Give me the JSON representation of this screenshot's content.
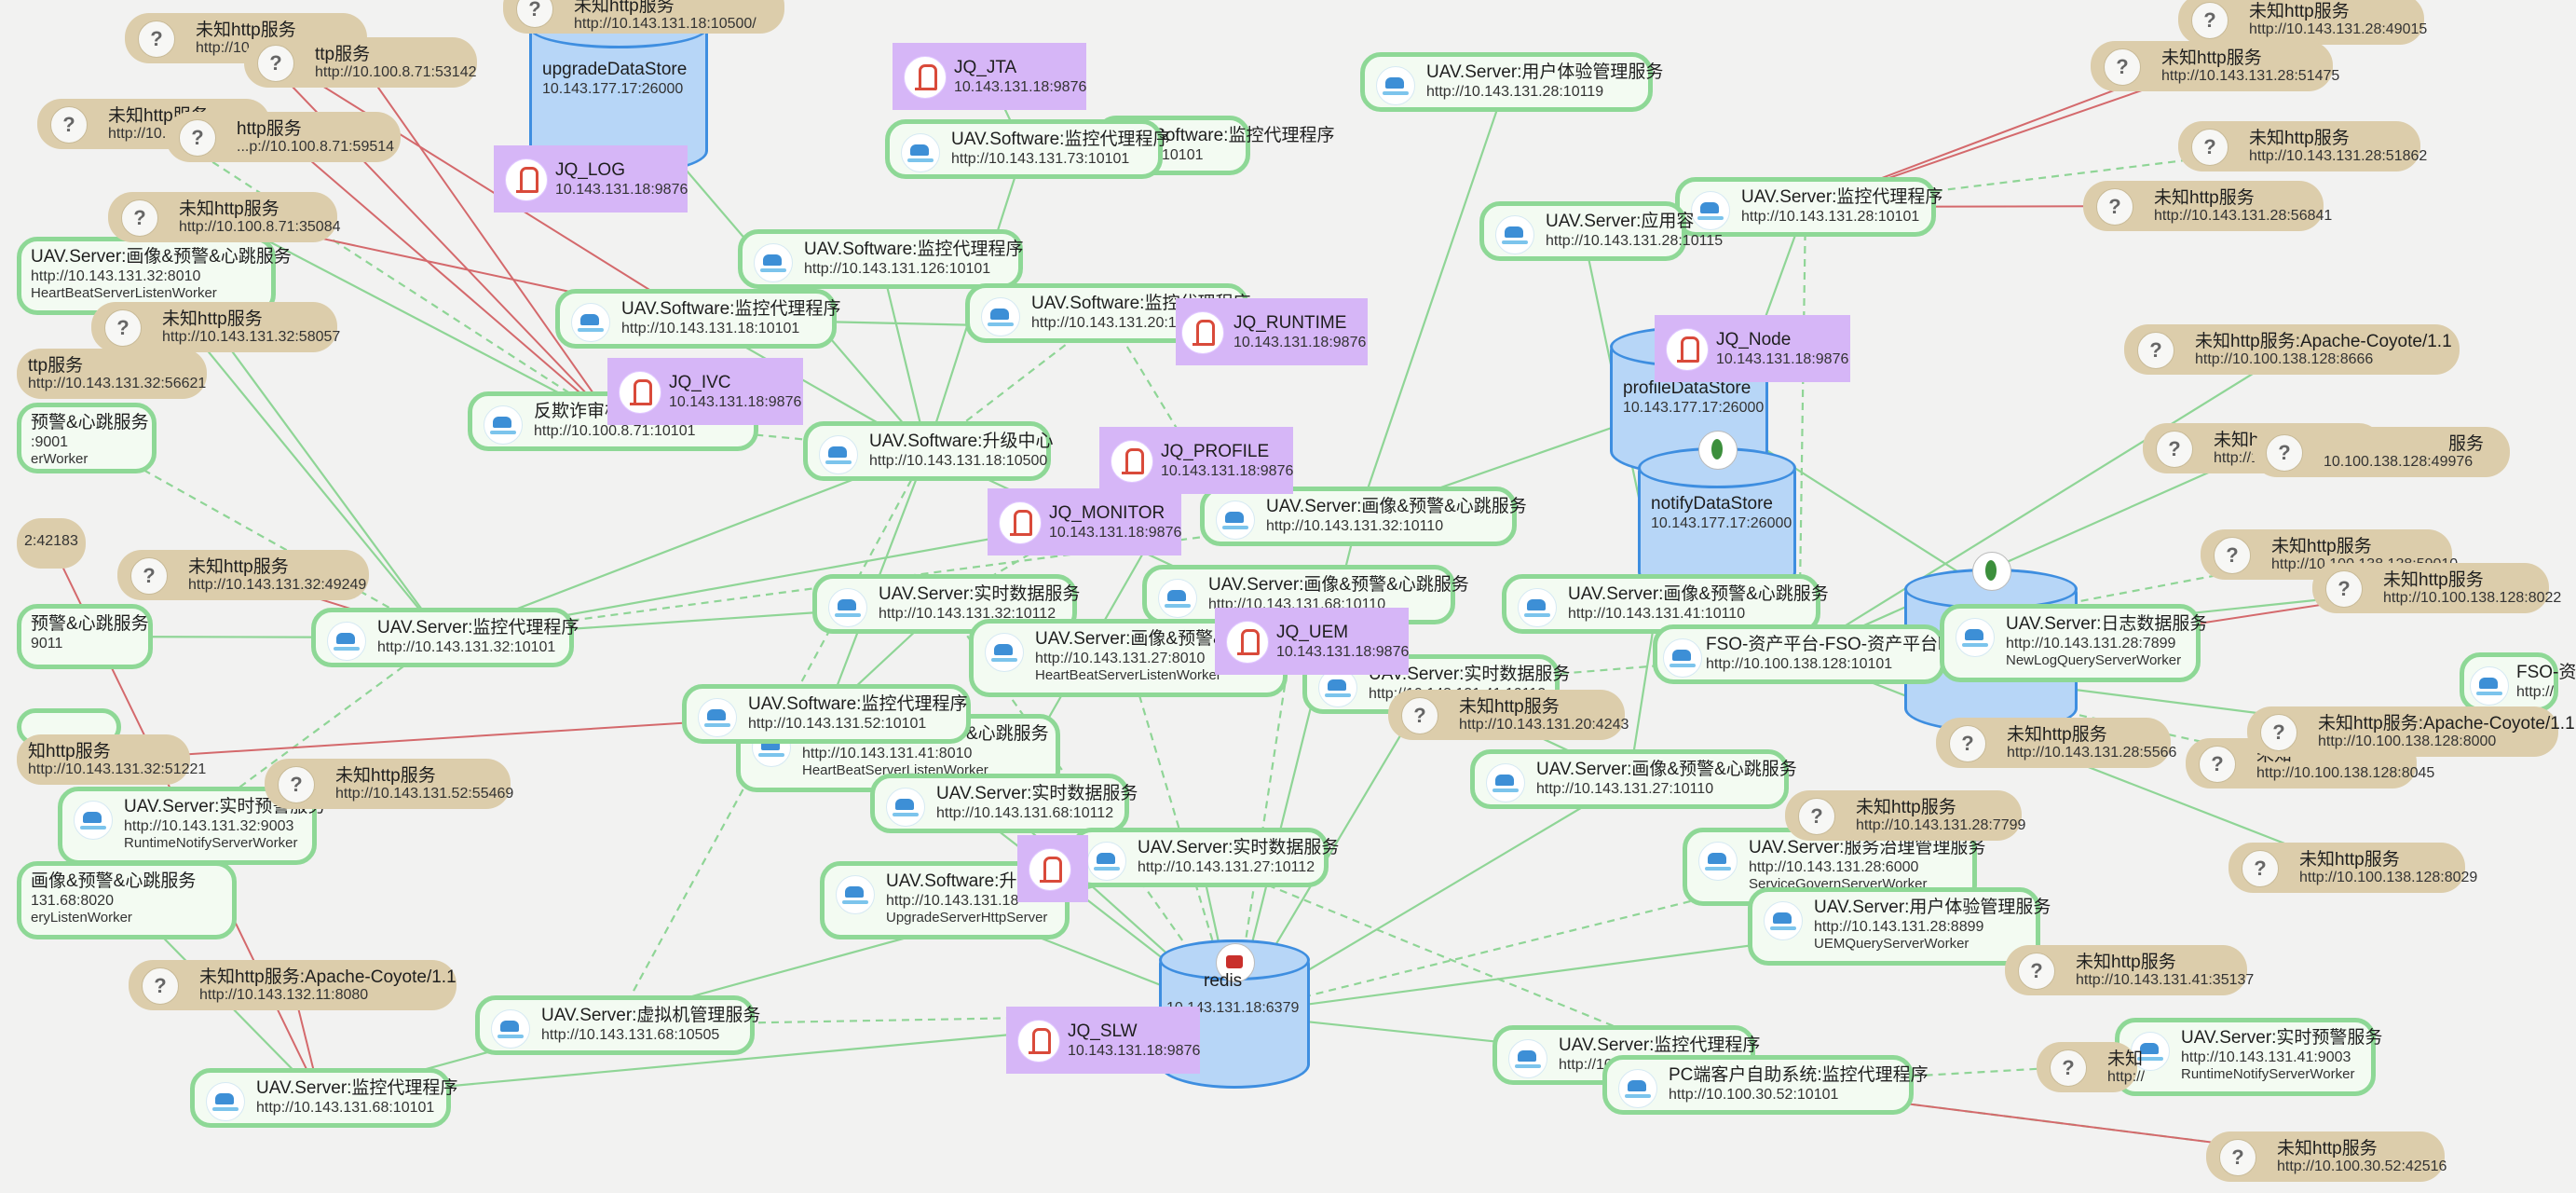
{
  "colors": {
    "background": "#f2f2f1",
    "service_fill": "#f3fbf2",
    "service_border": "#8ed896",
    "unknown_fill": "#dccdab",
    "jq_fill": "#d6b6f7",
    "db_fill": "#b7d6f7",
    "db_border": "#3e8ee0",
    "edge_green": "#8fd596",
    "edge_red": "#d4696c"
  },
  "services": [
    {
      "id": "s1",
      "title": "UAV.Server:用户体验管理服务",
      "addr": "http://10.143.131.28:10119"
    },
    {
      "id": "s2",
      "title": "UAV.Server:监控代理程序",
      "addr": "http://10.143.131.28:10101"
    },
    {
      "id": "s3",
      "title": "UAV.Server:应用容",
      "addr": "http://10.143.131.28:10115"
    },
    {
      "id": "s4",
      "title": "UAV.Software:监控代理程序",
      "addr": "http://10.143.131.126:10101"
    },
    {
      "id": "s5",
      "title": "UAV.Software:监控代理程序",
      "addr": "http://10.143.131.18:10101"
    },
    {
      "id": "s6",
      "title": "UAV.Software:监控代理程序",
      "addr": "http://10.143.131.20:10101"
    },
    {
      "id": "s7",
      "title": "UAV.Software:监控代理程序",
      "addr": "http://10.143.131.73:10101"
    },
    {
      "id": "s8",
      "title": "UAV.Software:监控代理程序",
      "addr": "10101"
    },
    {
      "id": "s9",
      "title": "UAV.Server:画像&预警&心跳服务",
      "addr": "http://10.143.131.32:8010",
      "extra": "HeartBeatServerListenWorker"
    },
    {
      "id": "s10",
      "title": "反欺诈审核系统:监控代理程序",
      "addr": "http://10.100.8.71:10101"
    },
    {
      "id": "s11",
      "title": "UAV.Software:升级中心",
      "addr": "http://10.143.131.18:10500"
    },
    {
      "id": "s12",
      "title": "UAV.Server:画像&预警&心跳服务",
      "addr": "http://10.143.131.32:10110"
    },
    {
      "id": "s13",
      "title": "UAV.Server:实时数据服务",
      "addr": "http://10.143.131.32:10112"
    },
    {
      "id": "s14",
      "title": "UAV.Server:画像&预警&心跳服务",
      "addr": "http://10.143.131.68:10110"
    },
    {
      "id": "s15",
      "title": "UAV.Server:画像&预警&心跳服务",
      "addr": "http://10.143.131.41:10110"
    },
    {
      "id": "s16",
      "title": "UAV.Server:监控代理程序",
      "addr": "http://10.143.131.32:10101"
    },
    {
      "id": "s17",
      "title": "UAV.Server:画像&预警&心",
      "addr": "http://10.143.131.27:8010",
      "extra": "HeartBeatServerListenWorker"
    },
    {
      "id": "s18",
      "title": "UAV.Server:实时数据服务",
      "addr": "http://10.143.131.41:10112"
    },
    {
      "id": "s19",
      "title": "FSO-资产平台-FSO-资产平台be",
      "addr": "http://10.100.138.128:10101"
    },
    {
      "id": "s20",
      "title": "UAV.Server:日志数据服务",
      "addr": "http://10.143.131.28:7899",
      "extra": "NewLogQueryServerWorker"
    },
    {
      "id": "s21",
      "title": "UAV.Software:监控代理程序",
      "addr": "http://10.143.131.52:10101"
    },
    {
      "id": "s22",
      "title": "&心跳服务",
      "addr": "http://10.143.131.41:8010",
      "extra": "HeartBeatServerListenWorker"
    },
    {
      "id": "s23",
      "title": "UAV.Server:实时数据服务",
      "addr": "http://10.143.131.68:10112"
    },
    {
      "id": "s24",
      "title": "UAV.Server:画像&预警&心跳服务",
      "addr": "http://10.143.131.27:10110"
    },
    {
      "id": "s25",
      "title": "UAV.Server:实时预警服务",
      "addr": "http://10.143.131.32:9003",
      "extra": "RuntimeNotifyServerWorker"
    },
    {
      "id": "s26",
      "title": "UAV.Server:实时数据服务",
      "addr": "http://10.143.131.27:10112"
    },
    {
      "id": "s27",
      "title": "UAV.Software:升级",
      "addr": "http://10.143.131.18",
      "extra": "UpgradeServerHttpServer"
    },
    {
      "id": "s28",
      "title": "UAV.Server:服务治理管理服务",
      "addr": "http://10.143.131.28:6000",
      "extra": "ServiceGovernServerWorker"
    },
    {
      "id": "s29",
      "title": "UAV.Server:用户体验管理服务",
      "addr": "http://10.143.131.28:8899",
      "extra": "UEMQueryServerWorker"
    },
    {
      "id": "s30",
      "title": "UAV.Server:虚拟机管理服务",
      "addr": "http://10.143.131.68:10505"
    },
    {
      "id": "s31",
      "title": "UAV.Server:监控代理程序",
      "addr": "http://10.143.131.68:10101"
    },
    {
      "id": "s32",
      "title": "UAV.Server:监控代理程序",
      "addr": "http://10"
    },
    {
      "id": "s33",
      "title": "PC端客户自助系统:监控代理程序",
      "addr": "http://10.100.30.52:10101"
    },
    {
      "id": "s34",
      "title": "UAV.Server:实时预警服务",
      "addr": "http://10.143.131.41:9003",
      "extra": "RuntimeNotifyServerWorker"
    },
    {
      "id": "s35",
      "title": "预警&心跳服务",
      "addr": ":9001",
      "extra": "erWorker"
    },
    {
      "id": "s36",
      "title": "预警&心跳服务",
      "addr": "9011"
    },
    {
      "id": "s37",
      "title": "画像&预警&心跳服务",
      "addr": "131.68:8020",
      "extra": "eryListenWorker"
    },
    {
      "id": "s38",
      "title": "FSO-资",
      "addr": "http://"
    }
  ],
  "unknowns": [
    {
      "id": "u1",
      "title": "未知http服务",
      "addr": "http://10.100.8.71:8009"
    },
    {
      "id": "u2",
      "title": "ttp服务",
      "addr": "http://10.100.8.71:53142"
    },
    {
      "id": "u3",
      "title": "未知http服务",
      "addr": "http://10.100.8.71:8080"
    },
    {
      "id": "u4",
      "title": "http服务",
      "addr": "...p://10.100.8.71:59514"
    },
    {
      "id": "u5",
      "title": "未知http服务",
      "addr": "http://10.100.8.71:35084"
    },
    {
      "id": "u6",
      "title": "未知http服务",
      "addr": "http://10.143.131.32:58057"
    },
    {
      "id": "u7",
      "title": "ttp服务",
      "addr": "http://10.143.131.32:56621"
    },
    {
      "id": "u8",
      "title": "未知http服务",
      "addr": "http://10.143.131.32:49249"
    },
    {
      "id": "u9",
      "title": "",
      "addr": "2:42183"
    },
    {
      "id": "u10",
      "title": "知http服务",
      "addr": "http://10.143.131.32:51221"
    },
    {
      "id": "u11",
      "title": "未知http服务",
      "addr": "http://10.143.131.52:55469"
    },
    {
      "id": "u12",
      "title": "未知http服务:Apache-Coyote/1.1",
      "addr": "http://10.143.132.11:8080"
    },
    {
      "id": "u13",
      "title": "未知http服务",
      "addr": "http://10.143.131.28:49015"
    },
    {
      "id": "u14",
      "title": "未知http服务",
      "addr": "http://10.143.131.28:51475"
    },
    {
      "id": "u15",
      "title": "未知http服务",
      "addr": "http://10.143.131.28:51862"
    },
    {
      "id": "u16",
      "title": "未知http服务",
      "addr": "http://10.143.131.28:56841"
    },
    {
      "id": "u17",
      "title": "未知http服务:Apache-Coyote/1.1",
      "addr": "http://10.100.138.128:8666"
    },
    {
      "id": "u18",
      "title": "未知http服务",
      "addr": "http://10.1...8.128:48327"
    },
    {
      "id": "u19",
      "title": "服务",
      "addr": "10.100.138.128:49976"
    },
    {
      "id": "u20",
      "title": "未知http服务",
      "addr": "http://10.100.138.128:59010"
    },
    {
      "id": "u21",
      "title": "未知http服务",
      "addr": "http://10.100.138.128:8022"
    },
    {
      "id": "u22",
      "title": "未知http服务",
      "addr": "http://10.143.131.28:5566"
    },
    {
      "id": "u23",
      "title": "未知http服务:Apache-Coyote/1.1",
      "addr": "http://10.100.138.128:8000"
    },
    {
      "id": "u24",
      "title": "未知",
      "addr": "http://10.100.138.128:8045"
    },
    {
      "id": "u25",
      "title": "未知http服务",
      "addr": "http://10.143.131.28:7799"
    },
    {
      "id": "u26",
      "title": "未知http服务",
      "addr": "http://10.100.138.128:8029"
    },
    {
      "id": "u27",
      "title": "未知http服务",
      "addr": "http://10.143.131.41:35137"
    },
    {
      "id": "u28",
      "title": "未知http服务",
      "addr": "http://10.143.131.20:4243"
    },
    {
      "id": "u29",
      "title": "未知http服务",
      "addr": "http://10.100.30.52:42516"
    },
    {
      "id": "u30",
      "title": "未知",
      "addr": "http://"
    },
    {
      "id": "u31",
      "title": "未知http服务",
      "addr": "http://10.143.131.18:10500/"
    }
  ],
  "jq_nodes": [
    {
      "id": "j1",
      "title": "JQ_JTA",
      "addr": "10.143.131.18:9876"
    },
    {
      "id": "j2",
      "title": "JQ_LOG",
      "addr": "10.143.131.18:9876"
    },
    {
      "id": "j3",
      "title": "JQ_IVC",
      "addr": "10.143.131.18:9876"
    },
    {
      "id": "j4",
      "title": "JQ_RUNTIME",
      "addr": "10.143.131.18:9876"
    },
    {
      "id": "j5",
      "title": "JQ_PROFILE",
      "addr": "10.143.131.18:9876"
    },
    {
      "id": "j6",
      "title": "JQ_MONITOR",
      "addr": "10.143.131.18:9876"
    },
    {
      "id": "j7",
      "title": "JQ_UEM",
      "addr": "10.143.131.18:9876"
    },
    {
      "id": "j8",
      "title": "JQ_Node",
      "addr": "10.143.131.18:9876"
    },
    {
      "id": "j9",
      "title": "JQ_SLW",
      "addr": "10.143.131.18:9876"
    },
    {
      "id": "j10",
      "title": "",
      "addr": ""
    }
  ],
  "databases": [
    {
      "id": "d1",
      "title": "upgradeDataStore",
      "addr": "10.143.177.17:26000",
      "kind": "mongo"
    },
    {
      "id": "d2",
      "title": "profileDataStore",
      "addr": "10.143.177.17:26000",
      "kind": "mongo"
    },
    {
      "id": "d3",
      "title": "notifyDataStore",
      "addr": "10.143.177.17:26000",
      "kind": "mongo"
    },
    {
      "id": "d4",
      "title": "redis",
      "addr": "10.143.131.18:6379",
      "kind": "redis"
    },
    {
      "id": "d5",
      "title": "",
      "addr": "",
      "kind": "mongo"
    }
  ],
  "edges": [
    [
      "s11",
      "d1",
      "green"
    ],
    [
      "s13",
      "d4",
      "green"
    ],
    [
      "s23",
      "d4",
      "green"
    ],
    [
      "s26",
      "d4",
      "green"
    ],
    [
      "s17",
      "d4",
      "green"
    ],
    [
      "s18",
      "d4",
      "green"
    ],
    [
      "s24",
      "d4",
      "green"
    ],
    [
      "s14",
      "d4",
      "green"
    ],
    [
      "s12",
      "d4",
      "green"
    ],
    [
      "s27",
      "d4",
      "green"
    ],
    [
      "s30",
      "d4",
      "green"
    ],
    [
      "s31",
      "d4",
      "green"
    ],
    [
      "s16",
      "s13",
      "green"
    ],
    [
      "s16",
      "s12",
      "green"
    ],
    [
      "s16",
      "j6",
      "green"
    ],
    [
      "s16",
      "s11",
      "green"
    ],
    [
      "s10",
      "s11",
      "green"
    ],
    [
      "s5",
      "s11",
      "green"
    ],
    [
      "s4",
      "s11",
      "green"
    ],
    [
      "s6",
      "s11",
      "green"
    ],
    [
      "s7",
      "s11",
      "green"
    ],
    [
      "s2",
      "s15",
      "green"
    ],
    [
      "s2",
      "s19",
      "green"
    ],
    [
      "s3",
      "s15",
      "green"
    ],
    [
      "s1",
      "s12",
      "green"
    ],
    [
      "s15",
      "d3",
      "green"
    ],
    [
      "s24",
      "d2",
      "green"
    ],
    [
      "s12",
      "d2",
      "green"
    ],
    [
      "s28",
      "d4",
      "green"
    ],
    [
      "s29",
      "d4",
      "green"
    ],
    [
      "s32",
      "d4",
      "green"
    ],
    [
      "s33",
      "s26",
      "green"
    ],
    [
      "s21",
      "s13",
      "green"
    ],
    [
      "s22",
      "d4",
      "green"
    ],
    [
      "s25",
      "s16",
      "green"
    ],
    [
      "s9",
      "s16",
      "green"
    ],
    [
      "s36",
      "s16",
      "green"
    ],
    [
      "s35",
      "s16",
      "green"
    ],
    [
      "s37",
      "s31",
      "green"
    ],
    [
      "s20",
      "d2",
      "green"
    ],
    [
      "s18",
      "s19",
      "green"
    ],
    [
      "s14",
      "j7",
      "green"
    ],
    [
      "s23",
      "j5",
      "green"
    ],
    [
      "s13",
      "j6",
      "green"
    ],
    [
      "s4",
      "j4",
      "green"
    ],
    [
      "s5",
      "j4",
      "green"
    ],
    [
      "s6",
      "j5",
      "green"
    ],
    [
      "s7",
      "j1",
      "green"
    ],
    [
      "s21",
      "s11",
      "green"
    ],
    [
      "s30",
      "s11",
      "green"
    ],
    [
      "s31",
      "s26",
      "green"
    ],
    [
      "s24",
      "s11",
      "green"
    ],
    [
      "s34",
      "s33",
      "green"
    ],
    [
      "s20",
      "u22",
      "green"
    ],
    [
      "s28",
      "u25",
      "green"
    ],
    [
      "s2",
      "u15",
      "green"
    ],
    [
      "s19",
      "u17",
      "green"
    ],
    [
      "s19",
      "u18",
      "green"
    ],
    [
      "s19",
      "u20",
      "green"
    ],
    [
      "s19",
      "u21",
      "green"
    ],
    [
      "s19",
      "u23",
      "green"
    ],
    [
      "s19",
      "u24",
      "green"
    ],
    [
      "s19",
      "u26",
      "green"
    ],
    [
      "s29",
      "u27",
      "green"
    ],
    [
      "s33",
      "u29",
      "green"
    ],
    [
      "s16",
      "u6",
      "green"
    ],
    [
      "s10",
      "u5",
      "green"
    ],
    [
      "s10",
      "u3",
      "green"
    ],
    [
      "s10",
      "u1",
      "red"
    ],
    [
      "s10",
      "u2",
      "red"
    ],
    [
      "s10",
      "u4",
      "red"
    ],
    [
      "s5",
      "u1",
      "red"
    ],
    [
      "s5",
      "u5",
      "red"
    ],
    [
      "s16",
      "u8",
      "red"
    ],
    [
      "s21",
      "u10",
      "red"
    ],
    [
      "s31",
      "u9",
      "red"
    ],
    [
      "s2",
      "u13",
      "red"
    ],
    [
      "s2",
      "u14",
      "red"
    ],
    [
      "s2",
      "u16",
      "red"
    ],
    [
      "s20",
      "u21",
      "red"
    ],
    [
      "s33",
      "u29",
      "red"
    ],
    [
      "s31",
      "u12",
      "red"
    ]
  ]
}
